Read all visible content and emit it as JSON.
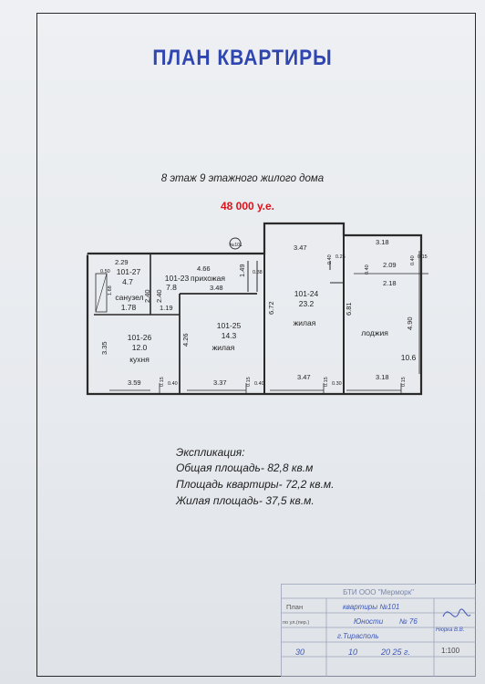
{
  "title": "ПЛАН КВАРТИРЫ",
  "subtitle": "8 этаж 9 этажного жилого дома",
  "price": "48 000 у.е.",
  "plan": {
    "marker": "№101",
    "rooms": [
      {
        "id": "101-27",
        "area": "4.7",
        "name": ""
      },
      {
        "id": "101-23",
        "area": "7.8",
        "name": "прихожая"
      },
      {
        "id": "",
        "area": "1.78",
        "name": "санузел"
      },
      {
        "id": "101-26",
        "area": "12.0",
        "name": "кухня"
      },
      {
        "id": "101-25",
        "area": "14.3",
        "name": "жилая"
      },
      {
        "id": "101-24",
        "area": "23.2",
        "name": "жилая"
      },
      {
        "id": "",
        "area": "10.6",
        "name": "лоджия"
      }
    ],
    "dims": [
      "2.29",
      "4.66",
      "0.50",
      "1.68",
      "2.40",
      "2.40",
      "3.48",
      "1.49",
      "0.38",
      "1.19",
      "3.35",
      "4.26",
      "3.59",
      "0.15",
      "0.40",
      "3.37",
      "0.15",
      "0.40",
      "3.47",
      "0.40",
      "0.25",
      "6.72",
      "3.47",
      "0.15",
      "0.30",
      "3.18",
      "0.40",
      "0.15",
      "2.09",
      "2.18",
      "0.40",
      "6.81",
      "4.90",
      "3.18",
      "0.15"
    ]
  },
  "explication": {
    "heading": "Экспликация:",
    "total": "Общая площадь- 82,8 кв.м",
    "apartment": "Площадь квартиры- 72,2 кв.м.",
    "living": "Жилая площадь- 37,5 кв.м."
  },
  "stamp": {
    "header": "БТИ ООО \"Мерморк\"",
    "row1_label": "План",
    "row1_value": "квартиры №101",
    "row2_label": "по ул.(пер.)",
    "row2_value": "Юности",
    "row2_extra": "№ 76",
    "row3_value": "г.Тирасполь",
    "signer": "Нюрка В.В.",
    "date_day": "30",
    "date_month": "10",
    "date_year": "20 25 г.",
    "scale": "1:100"
  },
  "colors": {
    "title": "#2f45b0",
    "price": "#d9141c",
    "stamp": "#3c56b6",
    "ink": "#222222"
  }
}
